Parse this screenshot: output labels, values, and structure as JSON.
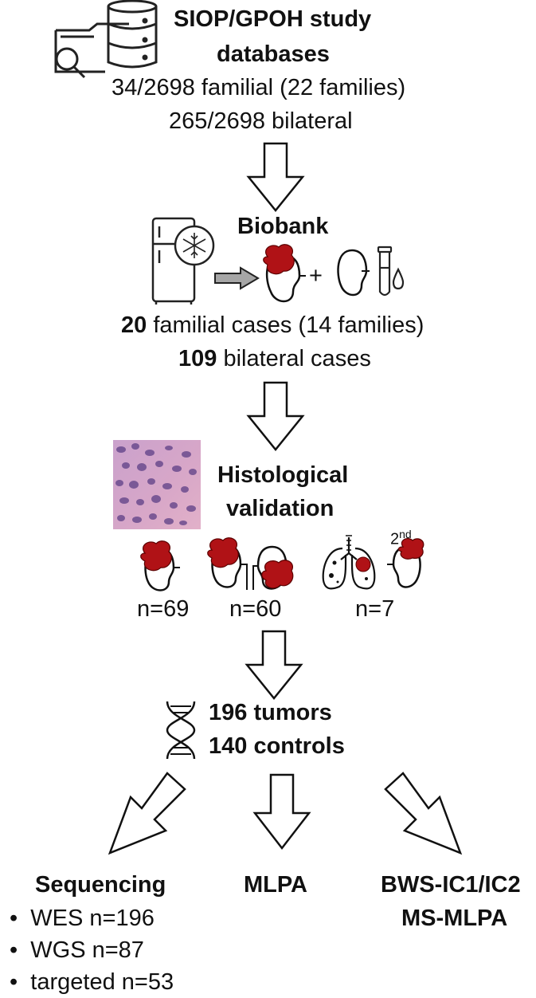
{
  "databases": {
    "title_line1": "SIOP/GPOH study",
    "title_line2": "databases",
    "familial": "34/2698 familial (22 families)",
    "bilateral": "265/2698 bilateral"
  },
  "biobank": {
    "title": "Biobank",
    "plus": "+",
    "familial_num": "20",
    "familial_text": " familial cases (14 families)",
    "bilateral_num": "109",
    "bilateral_text": " bilateral cases"
  },
  "histology": {
    "title_line1": "Histological",
    "title_line2": "validation",
    "groups": [
      {
        "label": "n=69"
      },
      {
        "label": "n=60"
      },
      {
        "label": "n=7"
      }
    ],
    "second_base": "2",
    "second_sup": "nd"
  },
  "samples": {
    "tumors": "196 tumors",
    "controls": "140 controls"
  },
  "methods": {
    "sequencing": {
      "title": "Sequencing",
      "items": [
        "WES n=196",
        "WGS n=87",
        "targeted n=53"
      ]
    },
    "mlpa": {
      "title": "MLPA"
    },
    "bws": {
      "title_line1": "BWS-IC1/IC2",
      "title_line2": "MS-MLPA"
    }
  },
  "colors": {
    "tumor": "#b01216",
    "histology_bg": "#c98fbf",
    "arrow_gray": "#a6a6a6"
  }
}
